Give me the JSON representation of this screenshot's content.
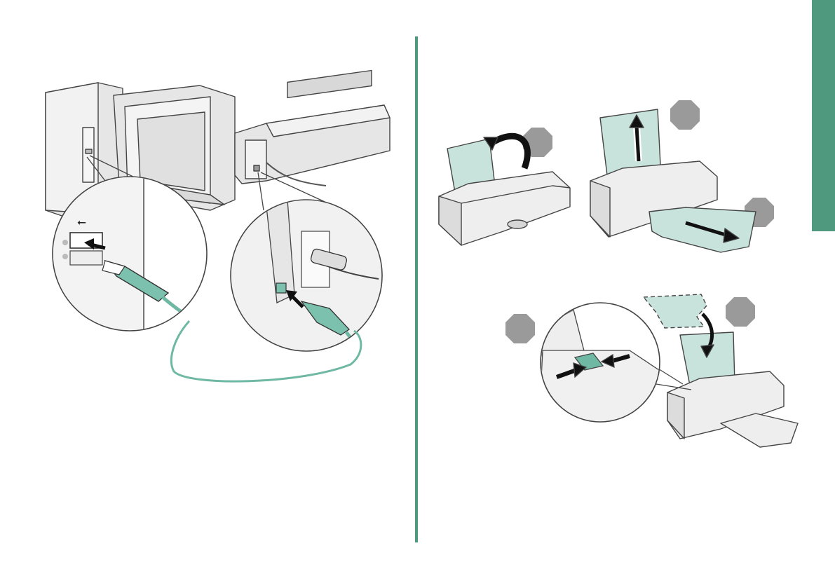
{
  "page": {
    "accent_color": "#4f9a7e",
    "cable_color": "#6fb8a4",
    "panel_fill": "#c8e3dc",
    "step_marker_color": "#9a9a9a"
  },
  "left_illustration": {
    "icon": "usb-connection-illustration",
    "callouts": [
      "computer-usb-port-zoom",
      "printer-usb-port-zoom"
    ]
  },
  "right_illustration": {
    "icons": [
      "open-paper-support",
      "extend-paper-support",
      "pull-out-exit-tray",
      "load-paper-and-adjust-guide"
    ],
    "step_markers": 4
  }
}
